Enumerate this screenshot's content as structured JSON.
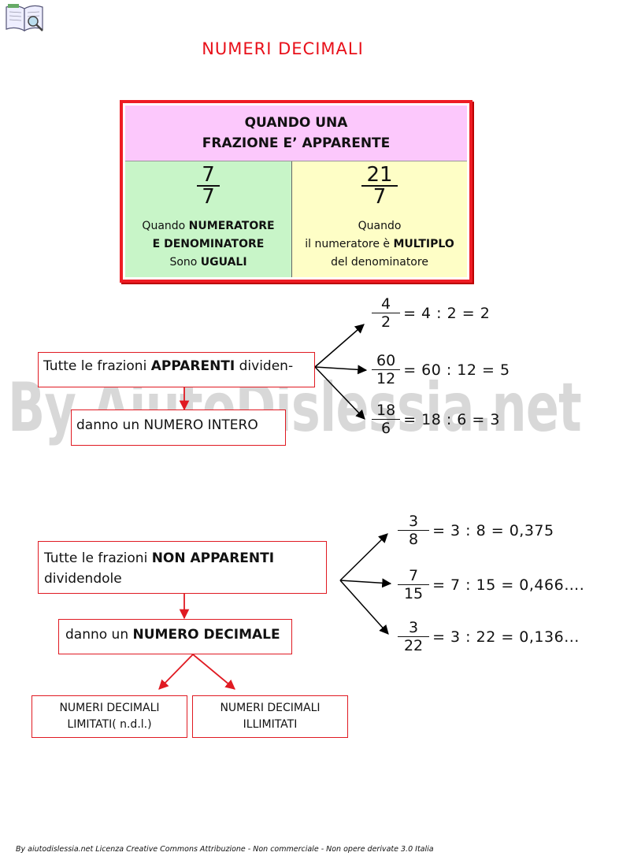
{
  "title": "NUMERI DECIMALI",
  "watermark": "By AiutoDislessia.net",
  "table": {
    "header_line1": "QUANDO UNA",
    "header_line2": "FRAZIONE E’ APPARENTE",
    "left": {
      "numerator": "7",
      "denominator": "7",
      "line1_pre": "Quando ",
      "line1_bold": "NUMERATORE",
      "line2_bold": "E DENOMINATORE",
      "line3_pre": "Sono ",
      "line3_bold": "UGUALI"
    },
    "right": {
      "numerator": "21",
      "denominator": "7",
      "line1": "Quando",
      "line2_pre": "il numeratore è ",
      "line2_bold": "MULTIPLO",
      "line3": "del denominatore"
    }
  },
  "section1": {
    "box_pre": "Tutte le frazioni ",
    "box_bold": "APPARENTI",
    "box_post": " dividen-",
    "result": "danno un NUMERO INTERO",
    "examples": [
      {
        "num": "4",
        "den": "2",
        "rest": "= 4 : 2 = 2"
      },
      {
        "num": "60",
        "den": "12",
        "rest": "= 60 : 12 = 5"
      },
      {
        "num": "18",
        "den": "6",
        "rest": "= 18 : 6 = 3"
      }
    ]
  },
  "section2": {
    "box_pre": "Tutte le frazioni ",
    "box_bold": "NON APPARENTI",
    "box_line2": "dividendole",
    "result_pre": "danno un ",
    "result_bold": "NUMERO DECIMALE",
    "left_box_line1": "NUMERI DECIMALI",
    "left_box_line2": "LIMITATI( n.d.l.)",
    "right_box_line1": "NUMERI DECIMALI",
    "right_box_line2": "ILLIMITATI",
    "examples": [
      {
        "num": "3",
        "den": "8",
        "rest": "= 3 : 8 = 0,375"
      },
      {
        "num": "7",
        "den": "15",
        "rest": "= 7 : 15 = 0,466…."
      },
      {
        "num": "3",
        "den": "22",
        "rest": "= 3 : 22 = 0,136..."
      }
    ]
  },
  "footer": "By aiutodislessia.net Licenza Creative Commons Attribuzione - Non commerciale - Non opere derivate 3.0 Italia"
}
